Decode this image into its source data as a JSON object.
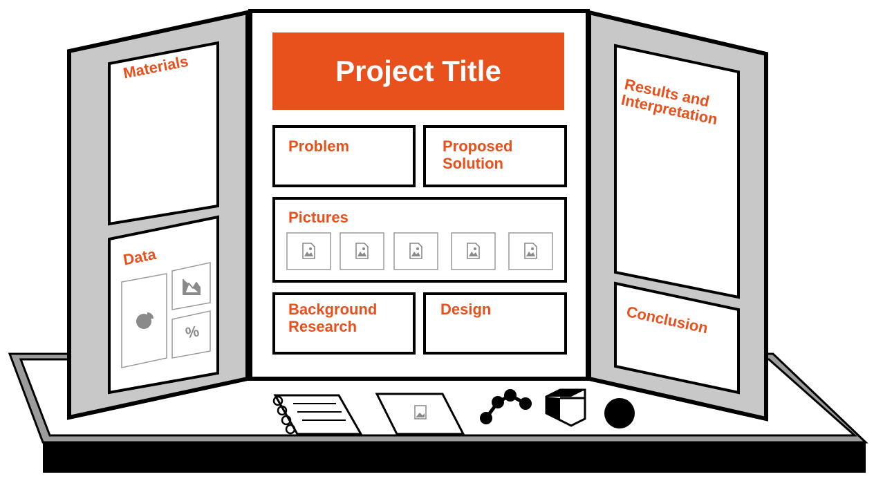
{
  "colors": {
    "accent": "#E8501C",
    "panel_gray": "#C8C8C8",
    "outline": "#000000",
    "icon_gray": "#8a8a8a"
  },
  "board": {
    "title": "Project Title",
    "left_panel": {
      "materials_label": "Materials",
      "data_label": "Data",
      "data_icons": [
        "pie-chart-icon",
        "area-chart-icon",
        "percent-icon"
      ],
      "percent_symbol": "%"
    },
    "center_panel": {
      "problem_label": "Problem",
      "proposed_solution_label": "Proposed\nSolution",
      "pictures_label": "Pictures",
      "picture_icon": "image-placeholder-icon",
      "background_research_label": "Background\nResearch",
      "design_label": "Design"
    },
    "right_panel": {
      "results_label": "Results and\nInterpretation",
      "conclusion_label": "Conclusion"
    }
  },
  "table_items": [
    "notebook-icon",
    "photo-card-icon",
    "molecule-model-icon",
    "box-icon",
    "ball-icon"
  ]
}
